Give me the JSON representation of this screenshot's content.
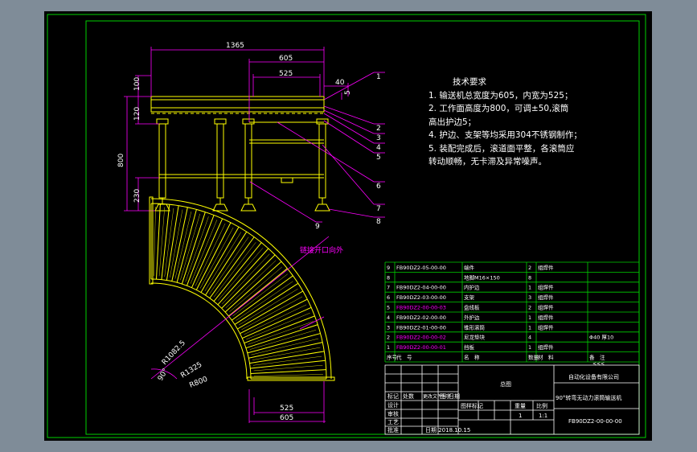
{
  "colors": {
    "frame": "#00d000",
    "dim": "#ff00ff",
    "part": "#ffff00",
    "leader": "#ff00ff",
    "text": "#ffffff",
    "accent": "#00ffff"
  },
  "dimensions": {
    "overall_width": "1365",
    "total_width": "605",
    "inner_width": "525",
    "offset": "40",
    "rise": "5",
    "h_top": "100",
    "h_mid": "120",
    "h_total": "800",
    "h_bottom": "230"
  },
  "plan_dims": {
    "r_outer": "R1082.5",
    "r_mid": "R1325",
    "r_inner": "R800",
    "angle": "90°",
    "width_inner": "525",
    "width_total": "605"
  },
  "callouts": [
    "1",
    "2",
    "3",
    "4",
    "5",
    "6",
    "7",
    "8",
    "9"
  ],
  "view_note": "链接开口向外",
  "tech": {
    "title": "技术要求",
    "lines": [
      "1. 输送机总宽度为605，内宽为525；",
      "2. 工作面高度为800，可调±50,滚筒",
      "    高出护边5；",
      "4. 护边、支架等均采用304不锈钢制作；",
      "5. 装配完成后，滚道面平整，各滚筒应",
      "    转动顺畅，无卡滞及异常噪声。"
    ]
  },
  "bom": {
    "rows": [
      {
        "no": "9",
        "code": "FB90DZ2-05-00-00",
        "name": "端件",
        "qty": "2",
        "mat": "组焊件",
        "note": ""
      },
      {
        "no": "8",
        "code": "",
        "name": "地脚M16×150",
        "qty": "8",
        "mat": "",
        "note": ""
      },
      {
        "no": "7",
        "code": "FB90DZ2-04-00-00",
        "name": "内护边",
        "qty": "1",
        "mat": "组焊件",
        "note": ""
      },
      {
        "no": "6",
        "code": "FB90DZ2-03-00-00",
        "name": "支架",
        "qty": "3",
        "mat": "组焊件",
        "note": ""
      },
      {
        "no": "5",
        "code": "FB90DZ2-00-00-03",
        "name": "盘线板",
        "qty": "2",
        "mat": "组焊件",
        "note": ""
      },
      {
        "no": "4",
        "code": "FB90DZ2-02-00-00",
        "name": "外护边",
        "qty": "1",
        "mat": "组焊件",
        "note": ""
      },
      {
        "no": "3",
        "code": "FB90DZ2-01-00-00",
        "name": "锥形滚筒",
        "qty": "1",
        "mat": "组焊件",
        "note": ""
      },
      {
        "no": "2",
        "code": "FB90DZ2-00-00-02",
        "name": "尼龙垫块",
        "qty": "4",
        "mat": "",
        "note": "Φ40 厚10"
      },
      {
        "no": "1",
        "code": "FB90DZ2-00-00-01",
        "name": "挡板",
        "qty": "1",
        "mat": "组焊件",
        "note": ""
      }
    ],
    "header": {
      "no": "序号",
      "code": "代　号",
      "name": "名　称",
      "qty": "数量",
      "mat": "材　料",
      "note": "备　注"
    }
  },
  "title_block": {
    "marker": "<<<",
    "drawing": "总图",
    "company": "自动化设备有限公司",
    "product": "90°转弯无动力滚筒输送机",
    "drawing_no": "FB90DZ2-00-00-00",
    "scale": "1:1",
    "sheet": "1",
    "stage_label": "图样标记",
    "weight_label": "重量",
    "scale_label": "比例",
    "row_labels": [
      "标记",
      "处数",
      "更改文件号",
      "签字",
      "日期"
    ],
    "designer": "设计",
    "reviewer": "审核",
    "process": "工艺",
    "approve": "批准",
    "date": "日期 2018.10.15"
  }
}
